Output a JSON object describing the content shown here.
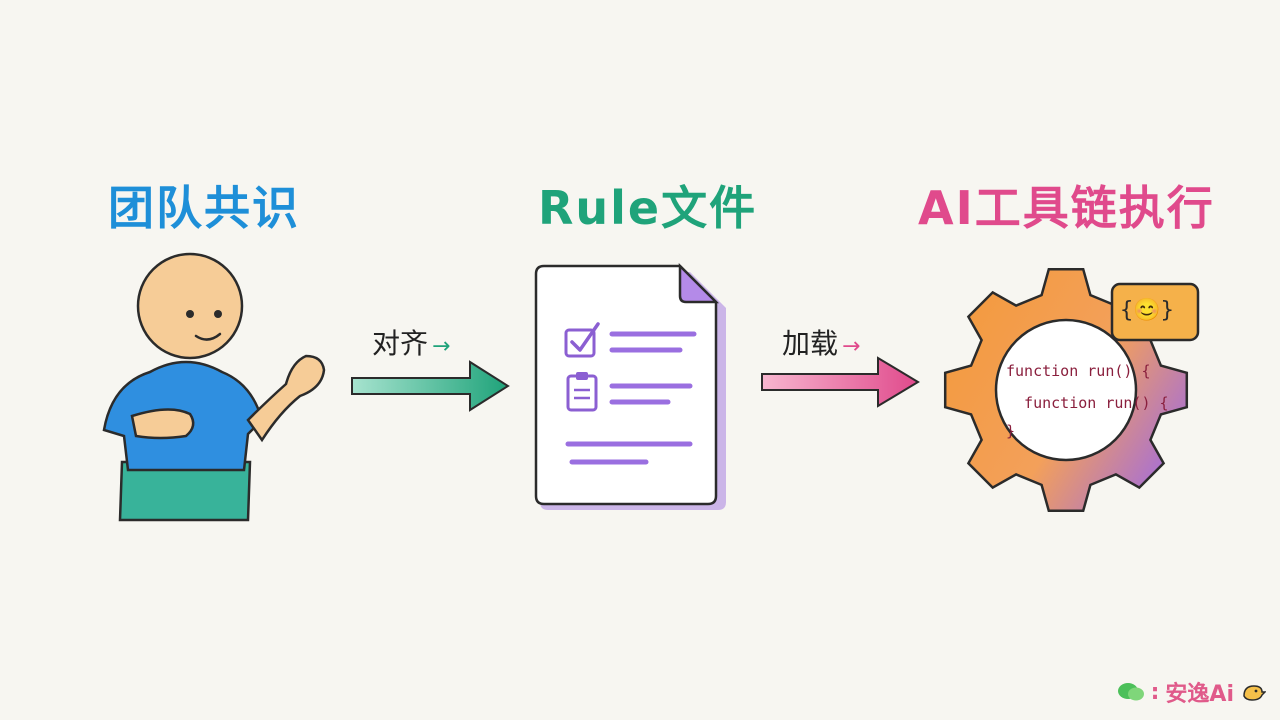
{
  "colors": {
    "team": "#1e8fd8",
    "rule": "#1fa37a",
    "ai": "#e04a8c",
    "purple": "#8b5fd2",
    "orange": "#f39a3e"
  },
  "titles": {
    "team": "团队共识",
    "rule": "Rule文件",
    "ai": "AI工具链执行"
  },
  "arrows": {
    "align": "对齐",
    "load": "加载"
  },
  "gear": {
    "badge": "{😊}",
    "code_lines": [
      "function run() {",
      "  function run() {",
      "}"
    ]
  },
  "watermark": {
    "separator": ":",
    "brand": "安逸Ai"
  }
}
